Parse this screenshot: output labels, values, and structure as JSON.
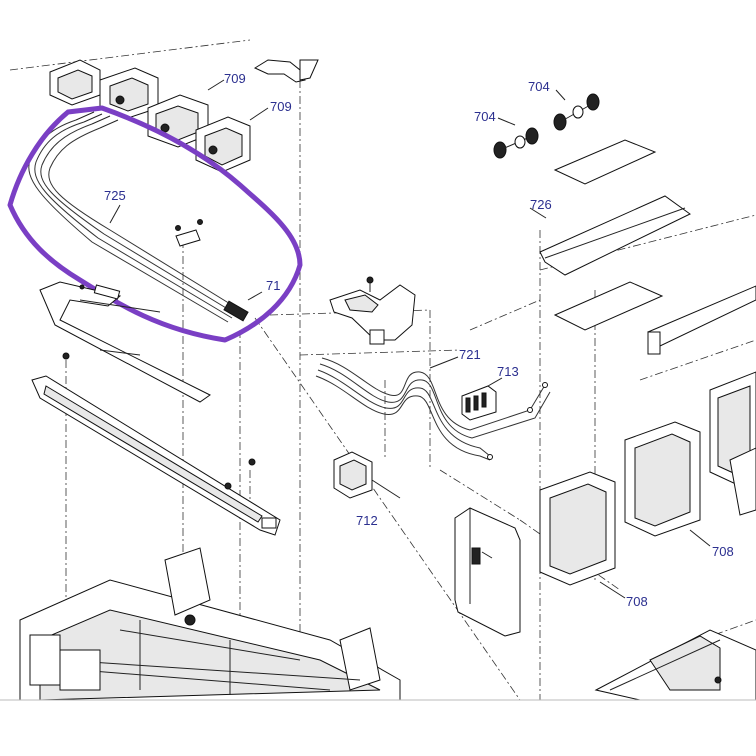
{
  "labels": {
    "l709a": "709",
    "l709b": "709",
    "l704a": "704",
    "l704b": "704",
    "l726": "726",
    "l725": "725",
    "l71x": "71",
    "l721": "721",
    "l713": "713",
    "l712": "712",
    "l708a": "708",
    "l708b": "708"
  },
  "colors": {
    "label": "#2b2f8f",
    "highlight": "#7a3fc4",
    "line": "#222222"
  }
}
